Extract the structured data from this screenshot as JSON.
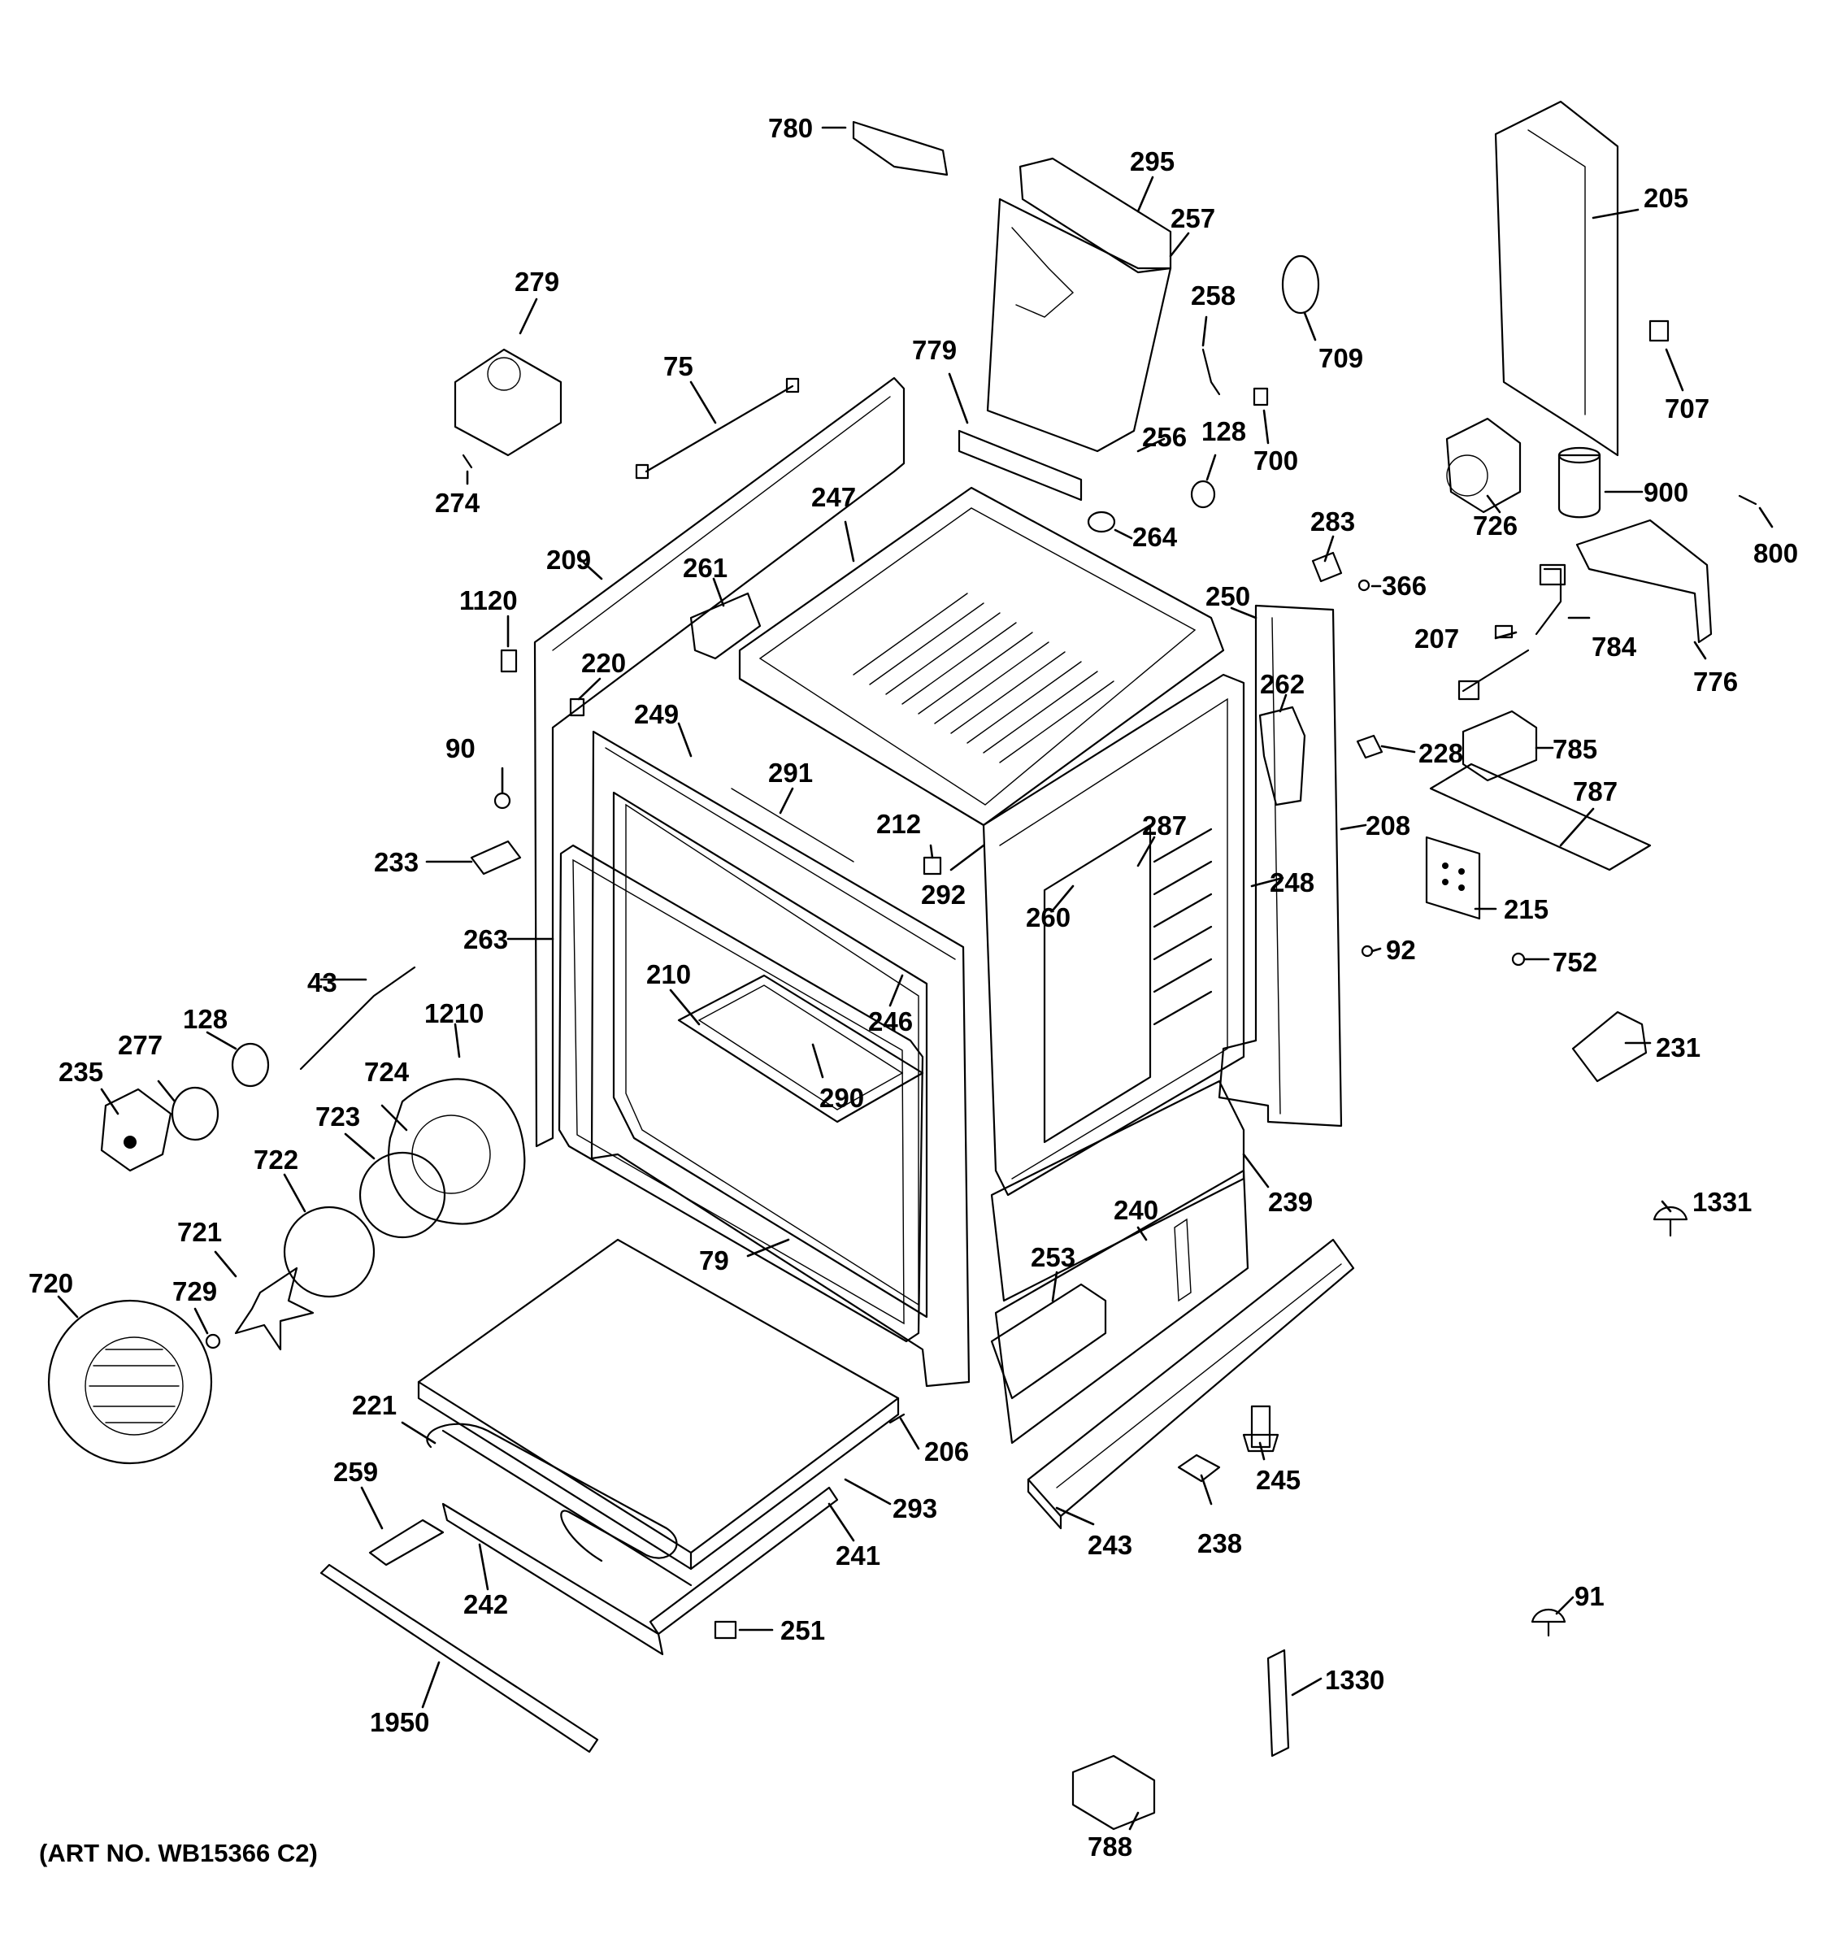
{
  "art_number": "(ART NO. WB15366 C2)",
  "callouts": [
    "780",
    "295",
    "257",
    "205",
    "279",
    "258",
    "709",
    "75",
    "779",
    "707",
    "128",
    "700",
    "256",
    "274",
    "247",
    "264",
    "726",
    "900",
    "800",
    "283",
    "209",
    "261",
    "366",
    "250",
    "1120",
    "784",
    "207",
    "776",
    "220",
    "262",
    "249",
    "228",
    "785",
    "90",
    "291",
    "212",
    "787",
    "287",
    "208",
    "233",
    "292",
    "260",
    "248",
    "215",
    "263",
    "92",
    "752",
    "43",
    "210",
    "246",
    "128",
    "1210",
    "277",
    "235",
    "231",
    "724",
    "290",
    "723",
    "239",
    "722",
    "240",
    "1331",
    "79",
    "253",
    "721",
    "720",
    "729",
    "206",
    "221",
    "245",
    "259",
    "293",
    "243",
    "238",
    "241",
    "242",
    "251",
    "91",
    "1330",
    "1950",
    "788"
  ]
}
